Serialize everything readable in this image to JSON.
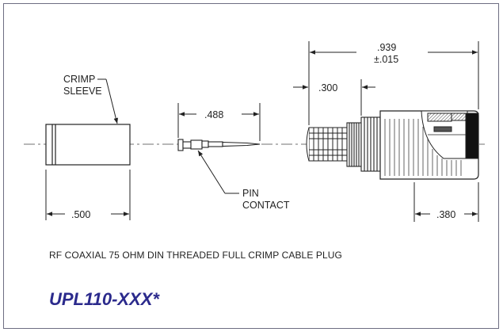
{
  "labels": {
    "crimp_sleeve_line1": "CRIMP",
    "crimp_sleeve_line2": "SLEEVE",
    "pin_contact_line1": "PIN",
    "pin_contact_line2": "CONTACT"
  },
  "dimensions": {
    "overall_length": ".939",
    "overall_tolerance": "±.015",
    "rear_section": ".300",
    "pin_length": ".488",
    "sleeve_length": ".500",
    "front_section": ".380"
  },
  "caption": "RF COAXIAL 75 OHM DIN THREADED FULL CRIMP CABLE PLUG",
  "part_number": "UPL110-XXX*",
  "colors": {
    "accent": "#2b2a8c",
    "line": "#222222",
    "frame": "#6e6e82"
  }
}
